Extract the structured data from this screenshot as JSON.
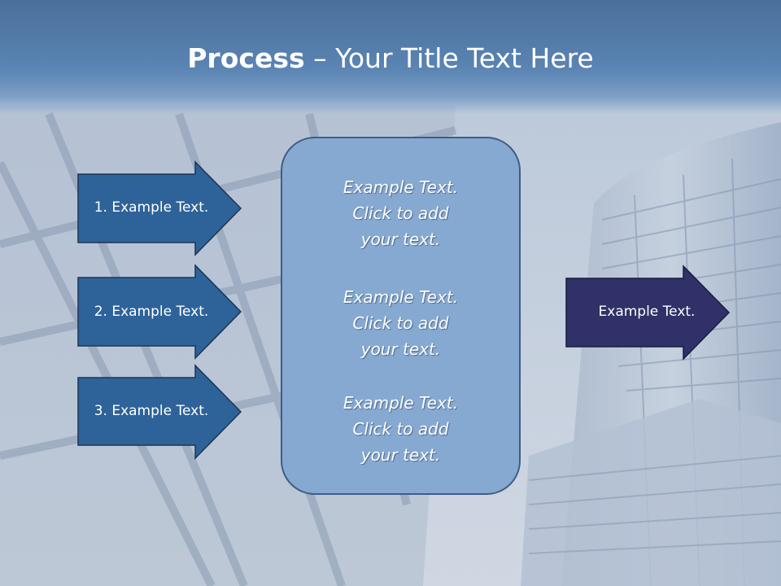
{
  "slide": {
    "title_bold": "Process",
    "title_rest": " – Your Title Text Here"
  },
  "left_arrows": [
    {
      "label": "1. Example Text."
    },
    {
      "label": "2. Example Text."
    },
    {
      "label": "3. Example Text."
    }
  ],
  "center_box": {
    "blocks": [
      {
        "lines": [
          "Example Text.",
          "Click  to add",
          "your text."
        ]
      },
      {
        "lines": [
          "Example Text.",
          "Click  to add",
          "your text."
        ]
      },
      {
        "lines": [
          "Example Text.",
          "Click  to add",
          "your text."
        ]
      }
    ]
  },
  "right_arrow": {
    "label": "Example Text."
  },
  "colors": {
    "left_arrow_fill": "#2e6399",
    "arrow_outline": "#1f3552",
    "right_arrow_fill": "#2f3168",
    "center_box_fill": "#86a9d1",
    "title_bar": "#5a84b3"
  }
}
